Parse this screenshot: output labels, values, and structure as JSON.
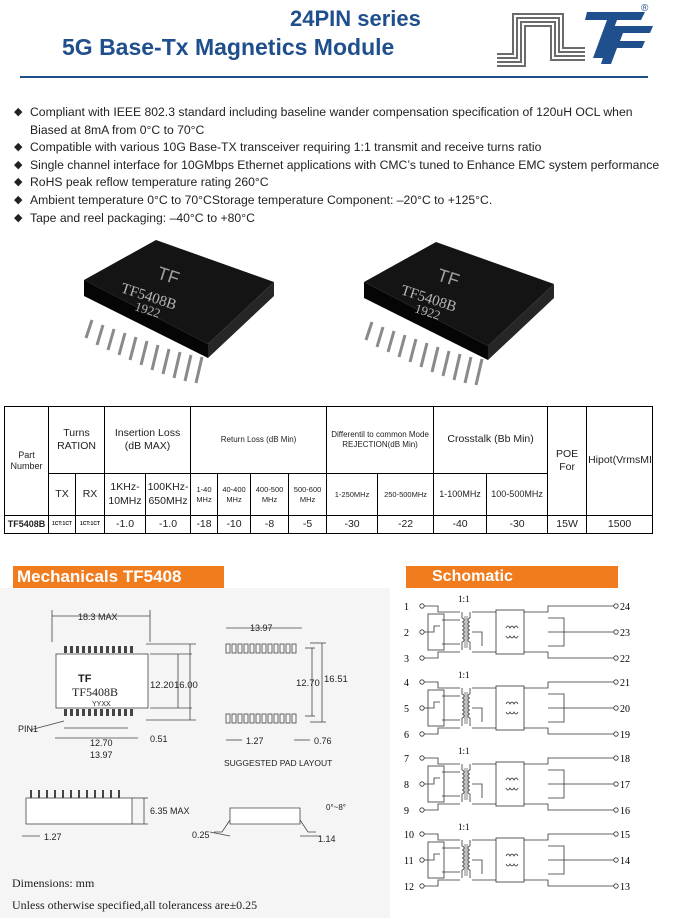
{
  "header": {
    "title_line1": "24PIN series",
    "title_line2": "5G Base-Tx Magnetics Module",
    "logo_mark": "TF",
    "registered_mark": "®"
  },
  "features": [
    "Compliant with IEEE 802.3 standard including baseline wander compensation specification of 120uH OCL   when",
    "Biased at 8mA  from 0°C to 70°C",
    "Compatible with various 10G Base-TX transceiver requiring 1:1 transmit and receive turns ratio",
    "Single channel interface for 10GMbps Ethernet applications with CMC’s tuned to Enhance EMC system performance",
    "RoHS peak reflow temperature rating 260°C",
    "Ambient temperature 0°C to 70°CStorage temperature Component: –20°C to +125°C.",
    "Tape and reel packaging: –40°C to +80°C"
  ],
  "product_photo": {
    "marking_model": "TF5408B",
    "marking_code": "1922"
  },
  "table": {
    "headers": {
      "part_number": "Part Number",
      "turns_ration": "Turns RATION",
      "insertion_loss": "Insertion Loss (dB MAX)",
      "return_loss": "Return Loss    (dB Min)",
      "cm_rejection": "Differentil to common Mode REJECTION(dB Min)",
      "crosstalk": "Crosstalk (Bb Min)",
      "poe": "POE For",
      "hipot": "Hipot(VrmsMIN)"
    },
    "subheaders": {
      "tx": "TX",
      "rx": "RX",
      "il_1": "1KHz-10MHz",
      "il_2": "100KHz-650MHz",
      "rl_1": "1-40 MHz",
      "rl_2": "40-400 MHz",
      "rl_3": "400-500 MHz",
      "rl_4": "500-600 MHz",
      "cm_1": "1-250MHz",
      "cm_2": "250-500MHz",
      "ct_1": "1-100MHz",
      "ct_2": "100-500MHz"
    },
    "row": {
      "part": "TF5408B",
      "tx": "1CT:1CT",
      "rx": "1CT:1CT",
      "il_1": "-1.0",
      "il_2": "-1.0",
      "rl_1": "-18",
      "rl_2": "-10",
      "rl_3": "-8",
      "rl_4": "-5",
      "cm_1": "-30",
      "cm_2": "-22",
      "ct_1": "-40",
      "ct_2": "-30",
      "poe": "15W",
      "hipot": "1500"
    }
  },
  "mechanicals": {
    "title": "Mechanicals TF5408",
    "width_max": "18.3 MAX",
    "body_height": "12.20",
    "overall_height": "16.00",
    "chip_model": "TF5408B",
    "chip_code": "YYXX",
    "pin1": "PIN1",
    "pitch_span": "12.70",
    "pin_width": "0.51",
    "lead_span": "13.97",
    "pad_span": "13.97",
    "pad_row_spacing": "12.70",
    "pad_overall": "16.51",
    "pad_pitch": "1.27",
    "pad_width": "0.76",
    "pad_label": "SUGGESTED PAD LAYOUT",
    "height_max": "6.35 MAX",
    "side_pitch": "1.27",
    "angle": "0°~8°",
    "foot": "0.25",
    "foot_length": "1.14",
    "dimensions_note": "Dimensions: mm",
    "tolerance_note": "Unless otherwise specified,all tolerancess are±0.25"
  },
  "schematic": {
    "title": "Schomatic",
    "ratio": "1:1",
    "left_pins": [
      "1",
      "2",
      "3",
      "4",
      "5",
      "6",
      "7",
      "8",
      "9",
      "10",
      "11",
      "12"
    ],
    "right_pins": [
      "24",
      "23",
      "22",
      "21",
      "20",
      "19",
      "18",
      "17",
      "16",
      "15",
      "14",
      "13"
    ]
  },
  "colors": {
    "title_blue": "#1f4f8c",
    "banner_orange": "#f07c1e"
  }
}
